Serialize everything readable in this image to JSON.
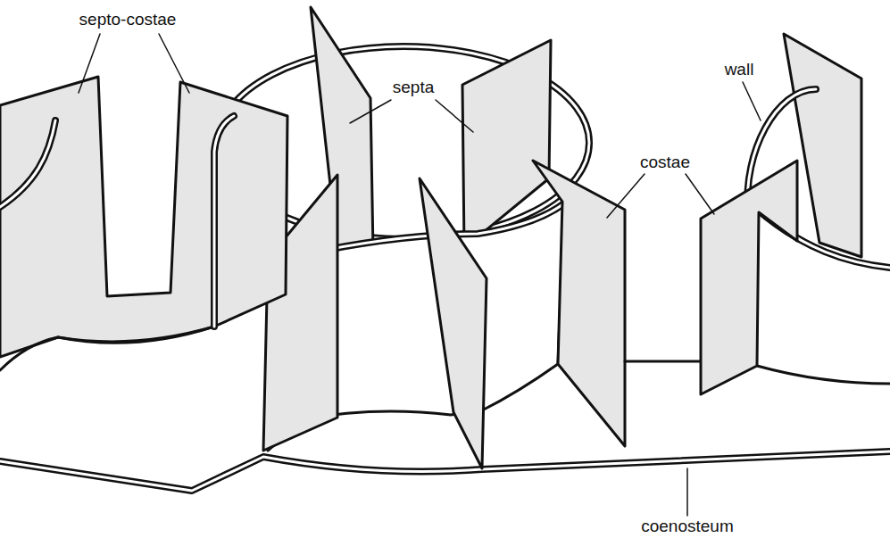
{
  "diagram": {
    "labels": [
      "septo-costae",
      "septa",
      "wall",
      "costae",
      "coenosteum"
    ]
  }
}
